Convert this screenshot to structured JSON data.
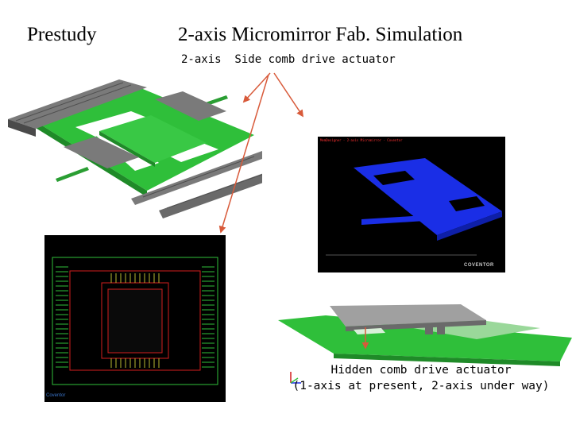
{
  "header": {
    "section": "Prestudy",
    "title": "2-axis Micromirror Fab. Simulation"
  },
  "subtitle": "2-axis  Side comb drive actuator",
  "caption": {
    "line1": "Hidden comb drive actuator",
    "line2": "(1-axis at present, 2-axis under way)"
  },
  "simulation_view": {
    "brand": "COVENTOR",
    "bar_text": "MemDesigner - 2-axis Micromirror - Coventor"
  },
  "layout_view": {
    "brand": "Coventor"
  },
  "colors": {
    "comb_gray": "#6e6e6e",
    "frame_green": "#2fbf3a",
    "sim_blue": "#1a2ee6",
    "layout_red": "#d21e1e",
    "arrow_red": "#d85a3a"
  }
}
